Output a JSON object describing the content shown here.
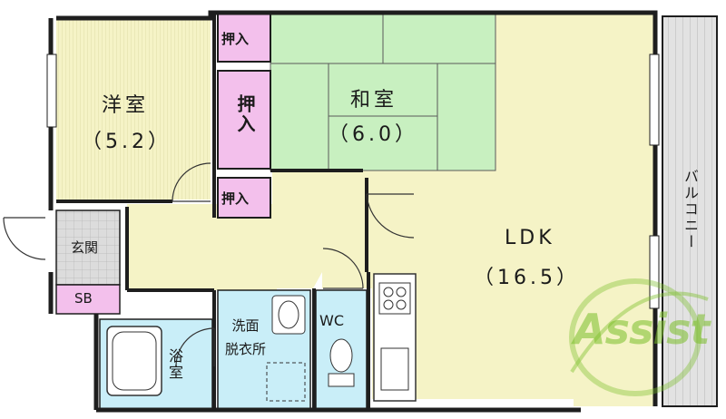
{
  "rooms": {
    "western_room": {
      "name": "洋室",
      "size": "（5.2）"
    },
    "japanese_room": {
      "name": "和室",
      "size": "（6.0）"
    },
    "ldk": {
      "name": "LDK",
      "size": "（16.5）"
    },
    "entrance": "玄関",
    "shoe_box": "SB",
    "bath": "浴室",
    "washroom": "洗面\n脱衣所",
    "toilet": "WC",
    "balcony": "バルコニー"
  },
  "closets": {
    "top": "押入",
    "middle": "押入",
    "bottom": "押入"
  },
  "watermark": {
    "text": "Assist",
    "color": "#7bbf2a"
  },
  "colors": {
    "wall": "#1e1e1e",
    "western_floor": "#f5f3c6",
    "japanese_floor": "#c8f0c0",
    "ldk_floor": "#f5f3c6",
    "closet": "#f3c0ec",
    "wet_area": "#c9eef8",
    "entrance_tile": "#d6d6d6",
    "balcony": "#d8d8d8"
  }
}
